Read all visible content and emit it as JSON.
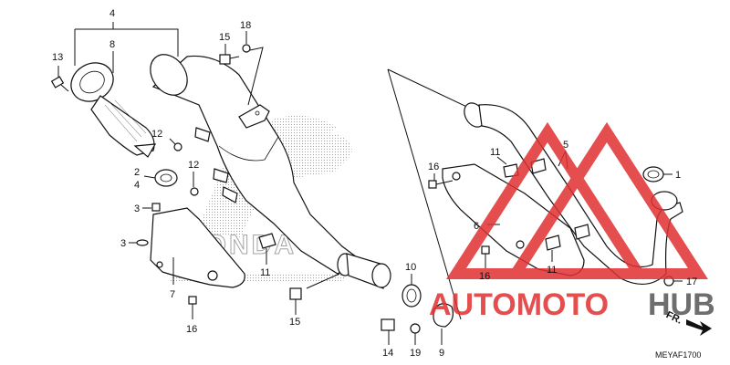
{
  "diagram": {
    "code": "MEYAF1700",
    "direction_label": "FR.",
    "callouts": [
      {
        "id": "c4",
        "label": "4"
      },
      {
        "id": "c8",
        "label": "8"
      },
      {
        "id": "c13",
        "label": "13"
      },
      {
        "id": "c15a",
        "label": "15"
      },
      {
        "id": "c18",
        "label": "18"
      },
      {
        "id": "c12a",
        "label": "12"
      },
      {
        "id": "c12b",
        "label": "12"
      },
      {
        "id": "c2",
        "label": "2"
      },
      {
        "id": "c4b",
        "label": "4"
      },
      {
        "id": "c3a",
        "label": "3"
      },
      {
        "id": "c3b",
        "label": "3"
      },
      {
        "id": "c7",
        "label": "7"
      },
      {
        "id": "c16a",
        "label": "16"
      },
      {
        "id": "c11a",
        "label": "11"
      },
      {
        "id": "c15b",
        "label": "15"
      },
      {
        "id": "c10",
        "label": "10"
      },
      {
        "id": "c14",
        "label": "14"
      },
      {
        "id": "c19",
        "label": "19"
      },
      {
        "id": "c9",
        "label": "9"
      },
      {
        "id": "c16b",
        "label": "16"
      },
      {
        "id": "c11b",
        "label": "11"
      },
      {
        "id": "c6",
        "label": "6"
      },
      {
        "id": "c5",
        "label": "5"
      },
      {
        "id": "c1",
        "label": "1"
      },
      {
        "id": "c16c",
        "label": "16"
      },
      {
        "id": "c11c",
        "label": "11"
      },
      {
        "id": "c17",
        "label": "17"
      }
    ]
  },
  "watermark": {
    "brand_part1": "AUTOMOTO",
    "brand_part2": "HUB",
    "color_red": "#e03030",
    "color_gray": "#555555"
  },
  "background_logo": {
    "text": "HONDA"
  }
}
